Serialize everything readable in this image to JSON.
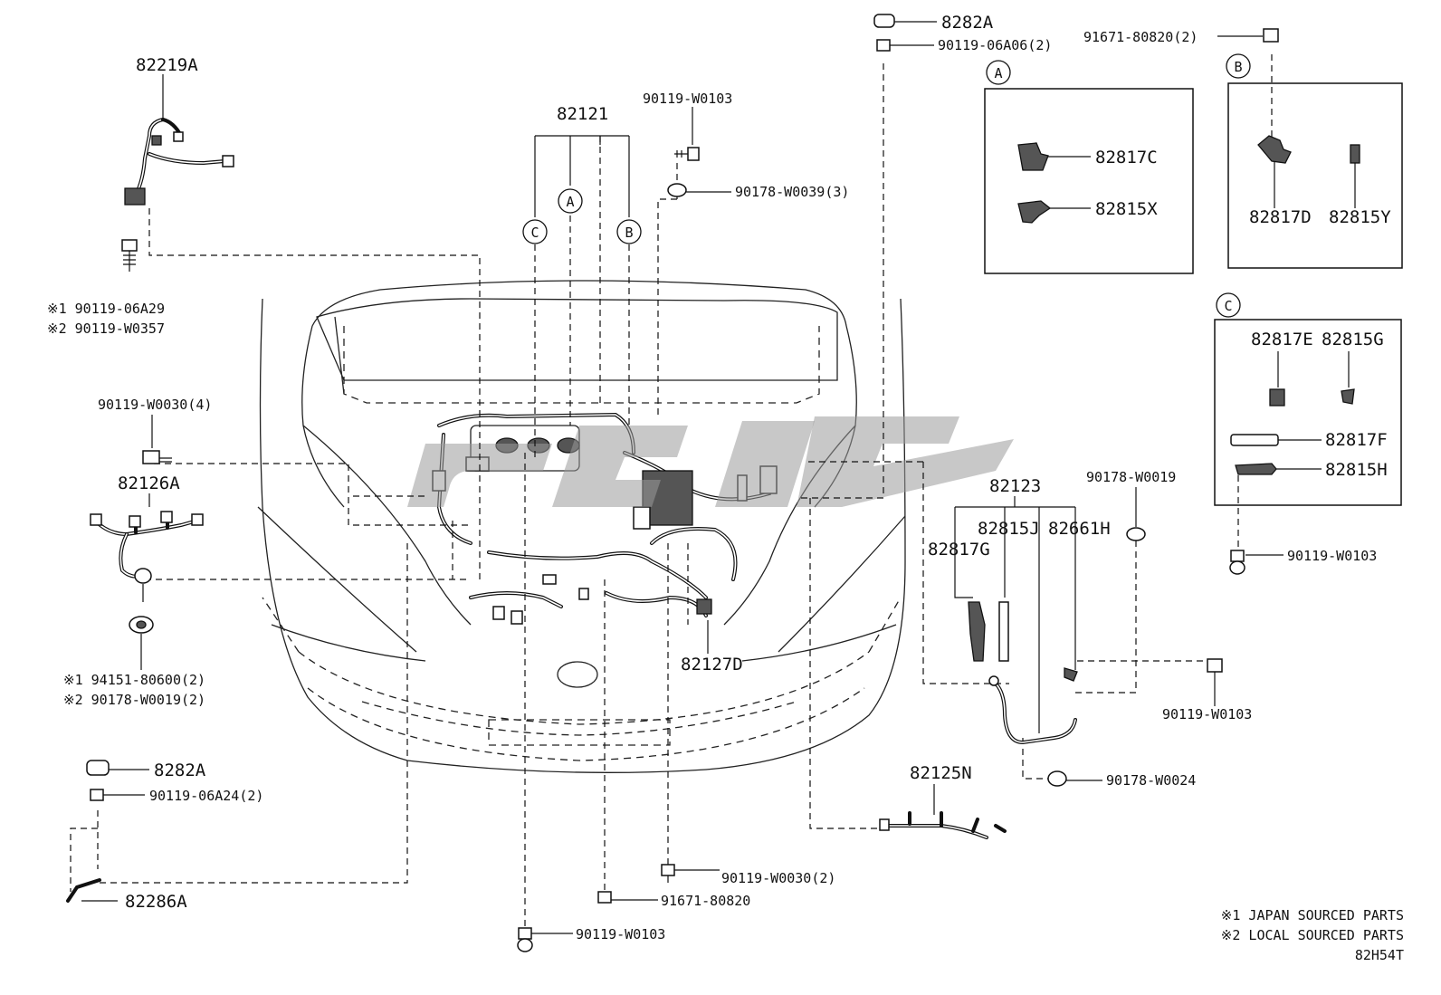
{
  "parts": {
    "p82219A": "82219A",
    "p82121": "82121",
    "p90119W0103_top": "90119-W0103",
    "p90178W0039": "90178-W0039(3)",
    "p8282A_top": "8282A",
    "p9011906A06": "90119-06A06(2)",
    "p9167180820_top": "91671-80820(2)",
    "p82817C": "82817C",
    "p82815X": "82815X",
    "p82817D": "82817D",
    "p82815Y": "82815Y",
    "p82817E": "82817E",
    "p82815G": "82815G",
    "p82817F": "82817F",
    "p82815H": "82815H",
    "p90119W0103_c": "90119-W0103",
    "p9011906A29": "※1 90119-06A29",
    "p90119W0357": "※2 90119-W0357",
    "p90119W0030_4": "90119-W0030(4)",
    "p82126A": "82126A",
    "p9415180600": "※1 94151-80600(2)",
    "p90178W0019_2": "※2 90178-W0019(2)",
    "p82123": "82123",
    "p90178W0019": "90178-W0019",
    "p82815J": "82815J",
    "p82661H": "82661H",
    "p82817G": "82817G",
    "p82127D": "82127D",
    "p90119W0103_r": "90119-W0103",
    "p90178W0024": "90178-W0024",
    "p82125N": "82125N",
    "p8282A_bot": "8282A",
    "p9011906A24": "90119-06A24(2)",
    "p82286A": "82286A",
    "p90119W0030_2": "90119-W0030(2)",
    "p9167180820_b": "91671-80820",
    "p90119W0103_b": "90119-W0103"
  },
  "callouts": {
    "A": "A",
    "B": "B",
    "C": "C"
  },
  "notes": {
    "note1": "※1 JAPAN SOURCED PARTS",
    "note2": "※2 LOCAL SOURCED PARTS",
    "code": "82H54T"
  }
}
